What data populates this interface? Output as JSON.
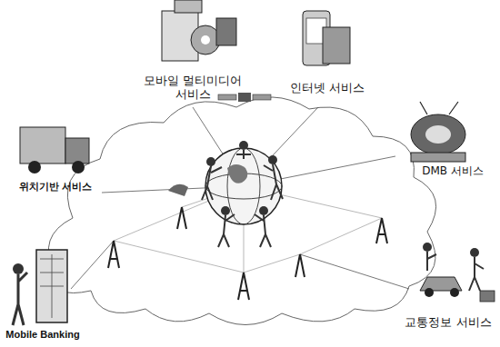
{
  "diagram": {
    "labels": [
      "모바일 멀티미디어 서비스",
      "인터넷 서비스",
      "위치기반 서비스",
      "DMB 서비스",
      "Mobile Banking",
      "교통정보 서비스"
    ]
  }
}
